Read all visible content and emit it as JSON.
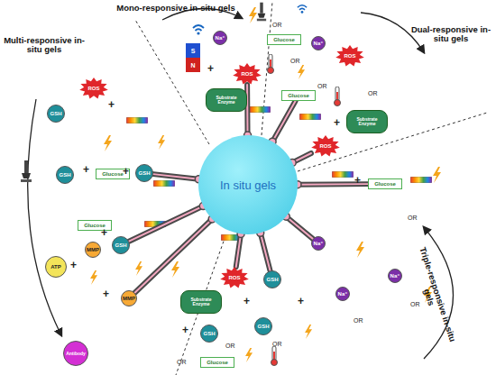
{
  "diagram": {
    "nodes": [
      {
        "text": [
          "In situ gels"
        ]
      },
      {
        "text": [
          "S",
          "N"
        ]
      },
      {
        "text": [
          "ROS"
        ]
      },
      {
        "text": [
          "Na⁺"
        ]
      },
      {
        "text": [
          "Substrate",
          "Enzyme"
        ]
      },
      {
        "text": [
          "Glucose"
        ]
      },
      {
        "text": [
          "Na⁺"
        ]
      },
      {
        "text": [
          "ROS"
        ]
      },
      {
        "text": [
          "Glucose"
        ]
      },
      {
        "text": [
          "Substrate",
          "Enzyme"
        ]
      },
      {
        "text": [
          "ROS"
        ]
      },
      {
        "text": [
          "Glucose"
        ]
      },
      {
        "text": [
          "Na⁺"
        ]
      },
      {
        "text": [
          "Na⁺"
        ]
      },
      {
        "text": [
          "Na⁺"
        ]
      },
      {
        "text": [
          "GSH"
        ]
      },
      {
        "text": [
          "GSH"
        ]
      },
      {
        "text": [
          "ROS"
        ]
      },
      {
        "text": [
          "Substrate",
          "Enzyme"
        ]
      },
      {
        "text": [
          "GSH"
        ]
      },
      {
        "text": [
          "Glucose"
        ]
      },
      {
        "text": [
          "GSH"
        ]
      },
      {
        "text": [
          "ROS"
        ]
      },
      {
        "text": [
          "GSH"
        ]
      },
      {
        "text": [
          "Glucose"
        ]
      },
      {
        "text": [
          "GSH"
        ]
      },
      {
        "text": [
          "Glucose"
        ]
      },
      {
        "text": [
          "GSH"
        ]
      },
      {
        "text": [
          "MMP"
        ]
      },
      {
        "text": [
          "ATP"
        ]
      },
      {
        "text": [
          "MMP"
        ]
      },
      {
        "text": [
          "Antibody"
        ]
      }
    ],
    "edges": [
      {
        "from": 0,
        "to": 2,
        "arrow": "none"
      },
      {
        "from": 0,
        "to": 8,
        "arrow": "none"
      },
      {
        "from": 0,
        "to": 10,
        "arrow": "none"
      },
      {
        "from": 0,
        "to": 11,
        "arrow": "none"
      },
      {
        "from": 0,
        "to": 12,
        "arrow": "none"
      },
      {
        "from": 0,
        "to": 15,
        "arrow": "none"
      },
      {
        "from": 0,
        "to": 17,
        "arrow": "none"
      },
      {
        "from": 0,
        "to": 23,
        "arrow": "none"
      },
      {
        "from": 0,
        "to": 27,
        "arrow": "none"
      },
      {
        "from": 0,
        "to": 30,
        "arrow": "none"
      }
    ],
    "labels": [
      "Mono-responsive in-situ gels",
      "Dual-responsive in-situ gels",
      "Multi-responsive in-situ gels",
      "Triple-responsive in-situ gels",
      "OR",
      "OR",
      "OR",
      "OR",
      "OR",
      "OR",
      "OR",
      "OR",
      "OR",
      "OR",
      "+",
      "+",
      "+",
      "+",
      "+",
      "+",
      "+",
      "+",
      "+",
      "+",
      "+",
      "+"
    ]
  }
}
